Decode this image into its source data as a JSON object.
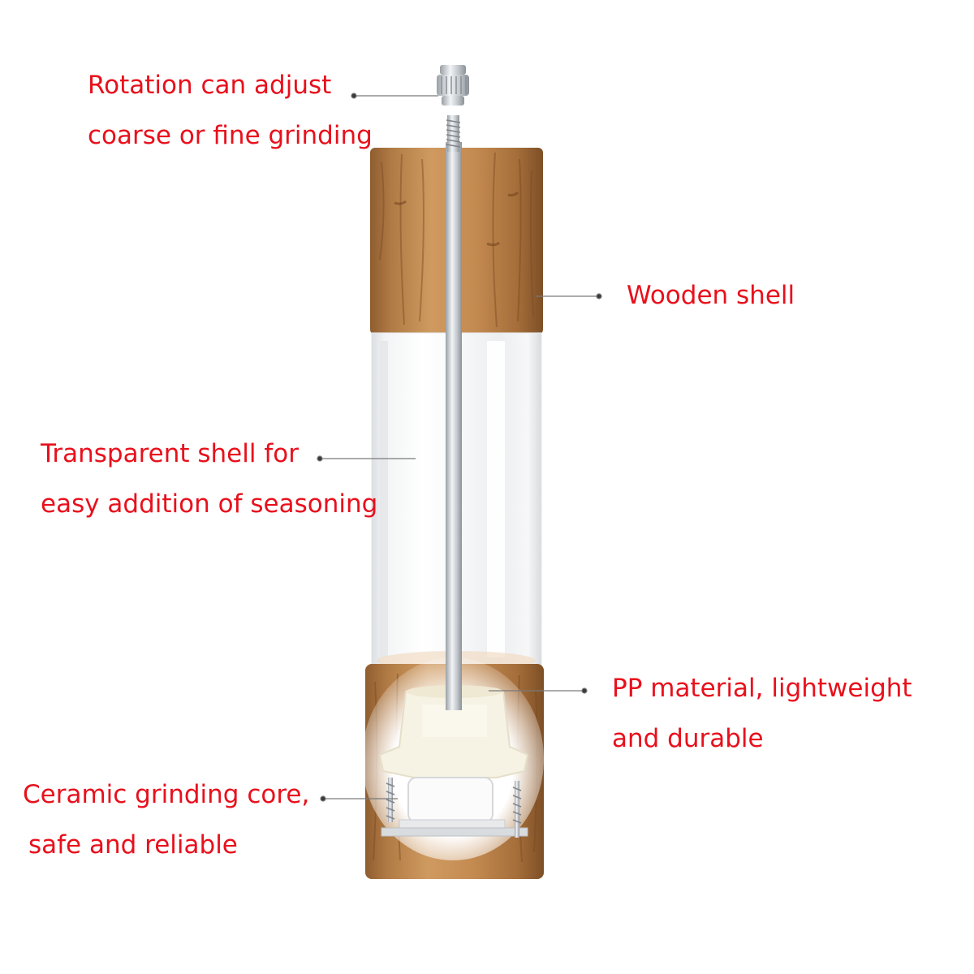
{
  "colors": {
    "label_red": "#e8101c",
    "leader_line": "#7a7a7a",
    "wood_light": "#c79259",
    "wood_dark": "#8a5a2e",
    "steel": "#c7cbd0",
    "pp_white": "#f6f2e4",
    "ceramic_white": "#fbfbfb"
  },
  "labels": {
    "rotation": [
      "Rotation can adjust",
      "coarse or fine grinding"
    ],
    "wooden_shell": [
      "Wooden shell"
    ],
    "transparent_shell": [
      "Transparent shell for",
      "easy addition of seasoning"
    ],
    "pp_material": [
      "PP material, lightweight",
      "and durable"
    ],
    "ceramic_core": [
      "Ceramic grinding core,",
      "safe and reliable"
    ]
  }
}
